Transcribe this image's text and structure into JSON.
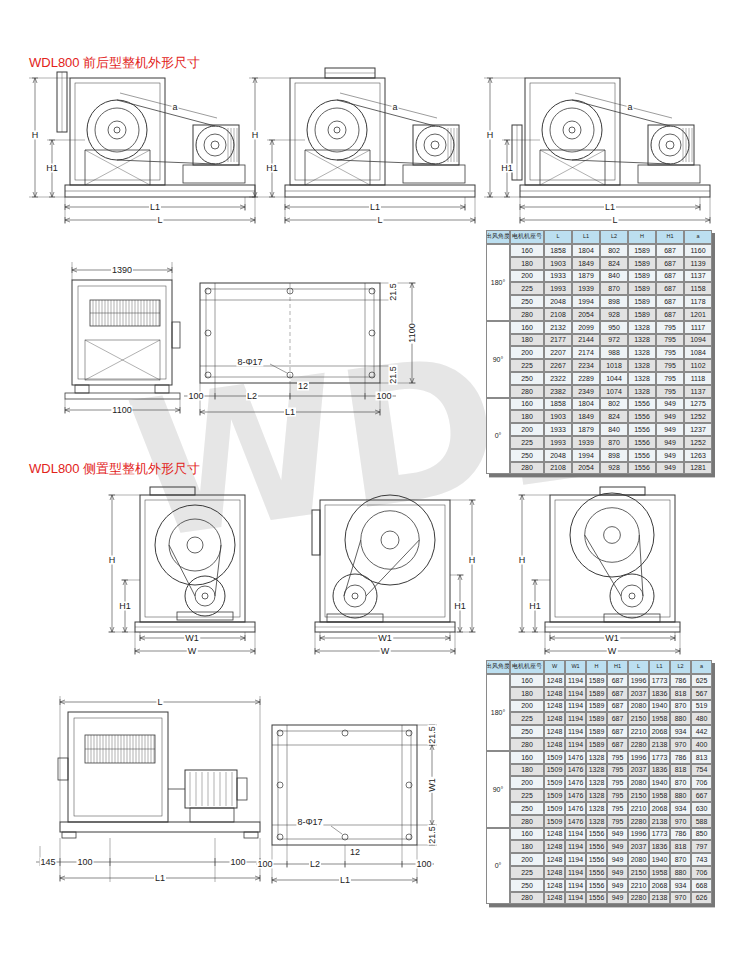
{
  "diagram": {
    "labels": [
      "WDL800 前后型整机外形尺寸",
      "WDL800 侧置型整机外形尺寸",
      "WDL",
      "H",
      "H1",
      "a",
      "L1",
      "L",
      "H",
      "H1",
      "a",
      "L1",
      "L",
      "H",
      "H1",
      "a",
      "L1",
      "L",
      "1390",
      "1100",
      "1100",
      "21.5",
      "21.5",
      "8-Φ17",
      "12",
      "100",
      "L2",
      "L1",
      "100",
      "出风角度",
      "电机机座号",
      "L",
      "L1",
      "L2",
      "H",
      "H1",
      "a",
      "180°",
      "90°",
      "0°",
      "160",
      "1858",
      "1804",
      "802",
      "1589",
      "687",
      "1160",
      "180",
      "1903",
      "1849",
      "824",
      "1589",
      "687",
      "1139",
      "200",
      "1933",
      "1879",
      "840",
      "1589",
      "687",
      "1137",
      "225",
      "1993",
      "1939",
      "870",
      "1589",
      "687",
      "1158",
      "250",
      "2048",
      "1994",
      "898",
      "1589",
      "687",
      "1178",
      "280",
      "2108",
      "2054",
      "928",
      "1589",
      "687",
      "1201",
      "160",
      "2132",
      "2099",
      "950",
      "1328",
      "795",
      "1117",
      "180",
      "2177",
      "2144",
      "972",
      "1328",
      "795",
      "1094",
      "200",
      "2207",
      "2174",
      "988",
      "1328",
      "795",
      "1084",
      "225",
      "2267",
      "2234",
      "1018",
      "1328",
      "795",
      "1102",
      "250",
      "2322",
      "2289",
      "1044",
      "1328",
      "795",
      "1118",
      "280",
      "2382",
      "2349",
      "1074",
      "1328",
      "795",
      "1137",
      "160",
      "1858",
      "1804",
      "802",
      "1556",
      "949",
      "1275",
      "180",
      "1903",
      "1849",
      "824",
      "1556",
      "949",
      "1252",
      "200",
      "1933",
      "1879",
      "840",
      "1556",
      "949",
      "1237",
      "225",
      "1993",
      "1939",
      "870",
      "1556",
      "949",
      "1252",
      "250",
      "2048",
      "1994",
      "898",
      "1556",
      "949",
      "1263",
      "280",
      "2108",
      "2054",
      "928",
      "1556",
      "949",
      "1281",
      "H",
      "H1",
      "W1",
      "W",
      "H",
      "H1",
      "W1",
      "W",
      "H",
      "H1",
      "W1",
      "W",
      "L",
      "145",
      "100",
      "100",
      "L1",
      "21.5",
      "W1",
      "21.5",
      "8-Φ17",
      "12",
      "100",
      "L2",
      "100",
      "L1",
      "出风角度",
      "电机机座号",
      "W",
      "W1",
      "H",
      "H1",
      "L",
      "L1",
      "L2",
      "a",
      "180°",
      "90°",
      "0°",
      "160",
      "1248",
      "1194",
      "1589",
      "687",
      "1996",
      "1773",
      "786",
      "625",
      "180",
      "1248",
      "1194",
      "1589",
      "687",
      "2037",
      "1836",
      "818",
      "567",
      "200",
      "1248",
      "1194",
      "1589",
      "687",
      "2080",
      "1940",
      "870",
      "519",
      "225",
      "1248",
      "1194",
      "1589",
      "687",
      "2150",
      "1958",
      "880",
      "480",
      "250",
      "1248",
      "1194",
      "1589",
      "687",
      "2210",
      "2068",
      "934",
      "442",
      "280",
      "1248",
      "1194",
      "1589",
      "687",
      "2280",
      "2138",
      "970",
      "400",
      "160",
      "1509",
      "1476",
      "1328",
      "795",
      "1996",
      "1773",
      "786",
      "813",
      "180",
      "1509",
      "1476",
      "1328",
      "795",
      "2037",
      "1836",
      "818",
      "754",
      "200",
      "1509",
      "1476",
      "1328",
      "795",
      "2080",
      "1940",
      "870",
      "706",
      "225",
      "1509",
      "1476",
      "1328",
      "795",
      "2150",
      "1958",
      "880",
      "667",
      "250",
      "1509",
      "1476",
      "1328",
      "795",
      "2210",
      "2068",
      "934",
      "630",
      "280",
      "1509",
      "1476",
      "1328",
      "795",
      "2280",
      "2138",
      "970",
      "588",
      "160",
      "1248",
      "1194",
      "1556",
      "949",
      "1996",
      "1773",
      "786",
      "850",
      "180",
      "1248",
      "1194",
      "1556",
      "949",
      "2037",
      "1836",
      "818",
      "797",
      "200",
      "1248",
      "1194",
      "1556",
      "949",
      "2080",
      "1940",
      "870",
      "743",
      "225",
      "1248",
      "1194",
      "1556",
      "949",
      "2150",
      "1958",
      "880",
      "706",
      "250",
      "1248",
      "1194",
      "1556",
      "949",
      "2210",
      "2068",
      "934",
      "668",
      "280",
      "1248",
      "1194",
      "1556",
      "949",
      "2280",
      "2138",
      "970",
      "626"
    ]
  }
}
